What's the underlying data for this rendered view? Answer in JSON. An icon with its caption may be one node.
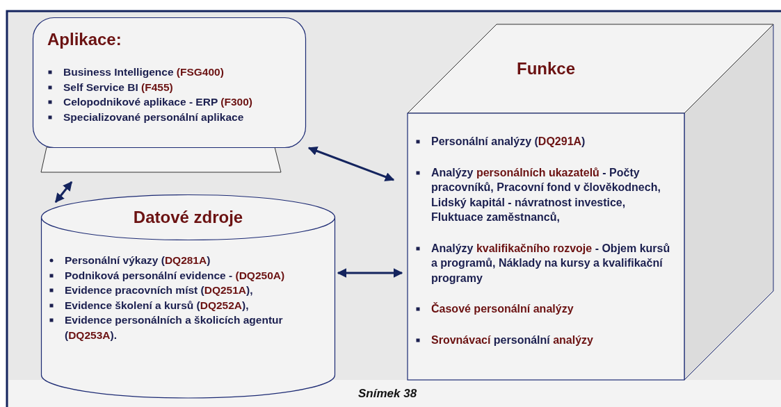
{
  "diagram": {
    "nodes": [
      {
        "text": [
          "Aplikace:",
          "Business Intelligence **(FSG400)**",
          "Self Service BI **(F455)**",
          "Celopodnikové aplikace - ERP **(F300)**",
          "Specializované personální aplikace"
        ]
      },
      {
        "text": [
          "Datové zdroje",
          "Personální výkazy (**DQ281A**)",
          "Podniková personální evidence - **(DQ250A)**",
          "Evidence pracovních míst (**DQ251A**),",
          "Evidence školení a kursů (**DQ252A**),",
          "Evidence personálních a školicích agentur (**DQ253A**)."
        ]
      },
      {
        "text": [
          "Funkce",
          "Personální analýzy (**DQ291A**)",
          "Analýzy **personálních ukazatelů** - Počty pracovníků, Pracovní fond v člověkodnech, Lidský kapitál - návratnost investice, Fluktuace zaměstnanců,",
          "Analýzy **kvalifikačního rozvoje** - Objem kursů a programů, Náklady na kursy a kvalifikační programy",
          "**Časové personální analýzy**",
          "**Srovnávací** personální **analýzy**"
        ]
      }
    ],
    "edges": [
      {
        "from": 1,
        "to": 0,
        "arrow": "both"
      },
      {
        "from": 0,
        "to": 2,
        "arrow": "both"
      },
      {
        "from": 1,
        "to": 2,
        "arrow": "both"
      }
    ],
    "labels": [
      "Snímek 38"
    ]
  }
}
